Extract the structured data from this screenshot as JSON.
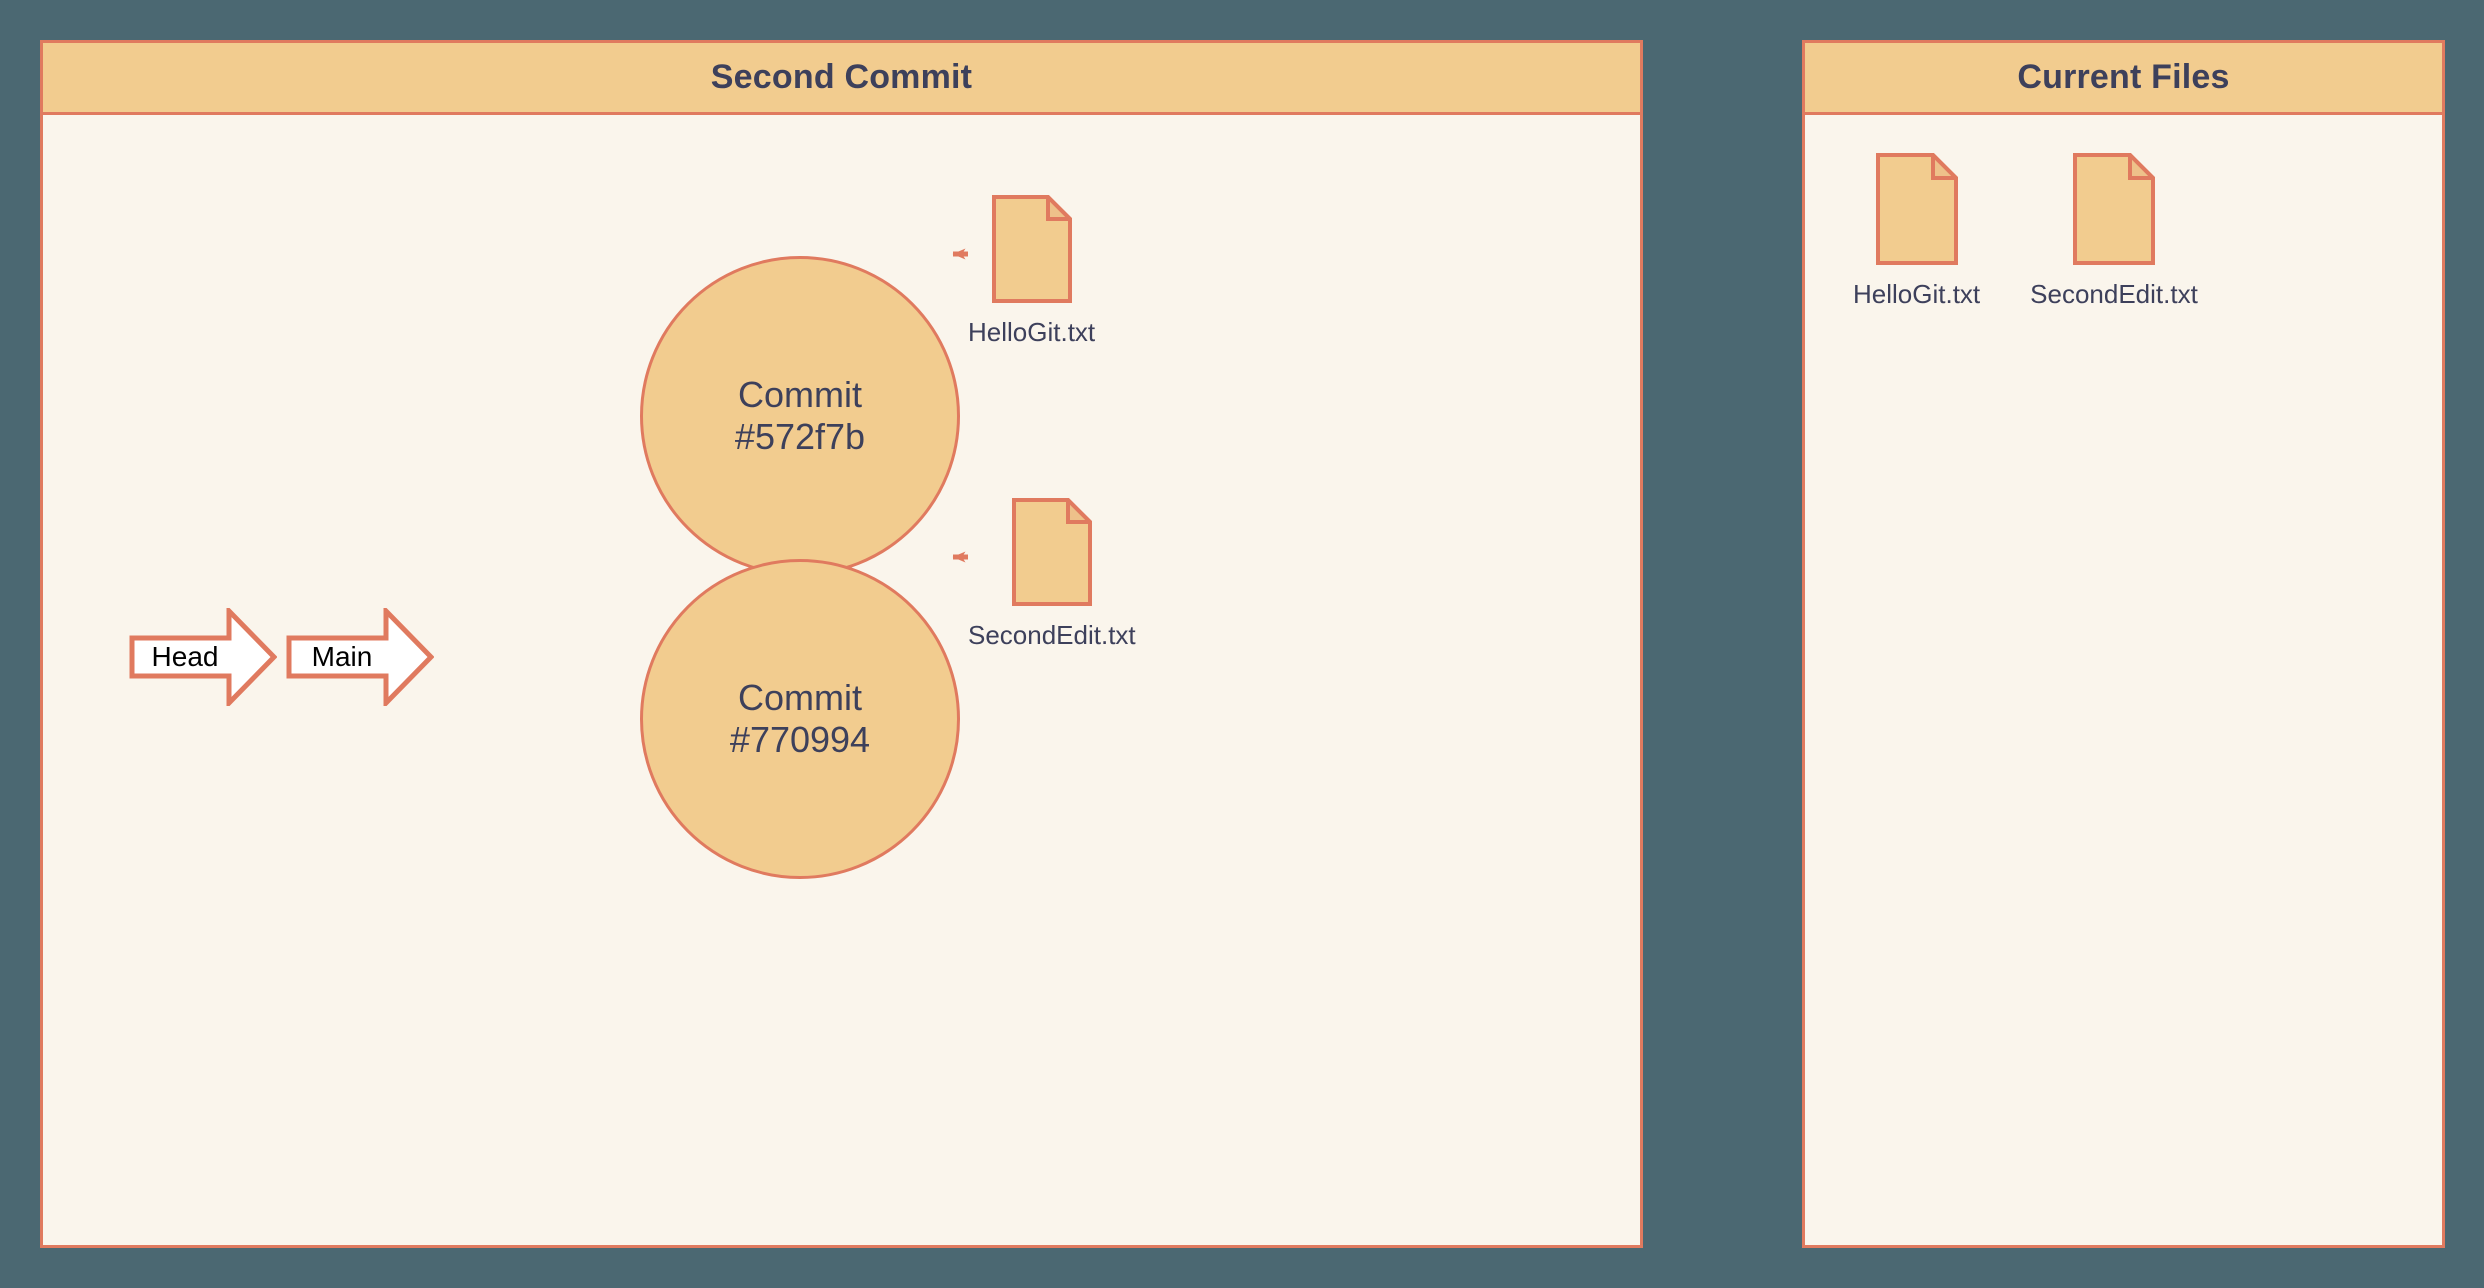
{
  "theme": {
    "background": "#4b6872",
    "panel_bg": "#faf5ec",
    "panel_border": "#e07a5f",
    "header_bg": "#f2cc8f",
    "node_fill": "#f2cc8f",
    "node_stroke": "#e07a5f",
    "text_dark": "#3d405b",
    "ref_fill": "#ffffff",
    "ref_text": "#000000"
  },
  "panels": {
    "commit_graph": {
      "title": "Second Commit",
      "commits": [
        {
          "line1": "Commit",
          "line2": "#572f7b",
          "id": "572f7b"
        },
        {
          "line1": "Commit",
          "line2": "#770994",
          "id": "770994"
        }
      ],
      "attached_files": [
        {
          "label": "HelloGit.txt"
        },
        {
          "label": "SecondEdit.txt"
        }
      ],
      "refs": [
        {
          "label": "Head"
        },
        {
          "label": "Main"
        }
      ]
    },
    "current_files": {
      "title": "Current Files",
      "files": [
        {
          "label": "HelloGit.txt"
        },
        {
          "label": "SecondEdit.txt"
        }
      ]
    }
  }
}
